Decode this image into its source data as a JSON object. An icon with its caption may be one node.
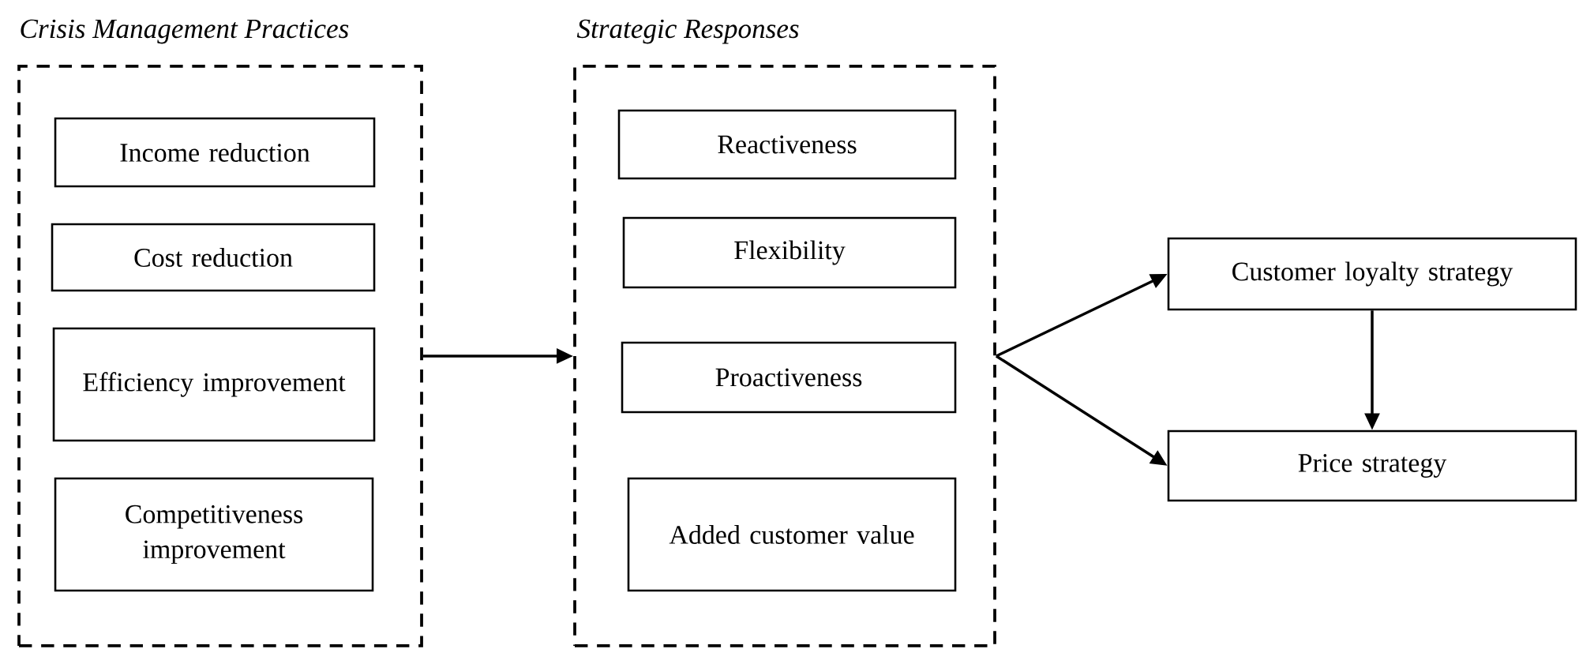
{
  "diagram": {
    "nodes": [
      {
        "text": [
          "Crisis Management Practices"
        ]
      },
      {
        "text": [
          "Income reduction"
        ],
        "in": 0
      },
      {
        "text": [
          "Cost reduction"
        ],
        "in": 0
      },
      {
        "text": [
          "Efficiency improvement"
        ],
        "in": 0
      },
      {
        "text": [
          "Competitiveness improvement"
        ],
        "in": 0
      },
      {
        "text": [
          "Strategic Responses"
        ]
      },
      {
        "text": [
          "Reactiveness"
        ],
        "in": 5
      },
      {
        "text": [
          "Flexibility"
        ],
        "in": 5
      },
      {
        "text": [
          "Proactiveness"
        ],
        "in": 5
      },
      {
        "text": [
          "Added customer value"
        ],
        "in": 5
      },
      {
        "text": [
          "Customer loyalty strategy"
        ]
      },
      {
        "text": [
          "Price strategy"
        ]
      }
    ],
    "edges": [
      {
        "from": 0,
        "to": 5,
        "arrow": "to"
      },
      {
        "from": 5,
        "to": 10,
        "arrow": "to"
      },
      {
        "from": 5,
        "to": 11,
        "arrow": "to"
      },
      {
        "from": 10,
        "to": 11,
        "arrow": "to"
      }
    ]
  }
}
